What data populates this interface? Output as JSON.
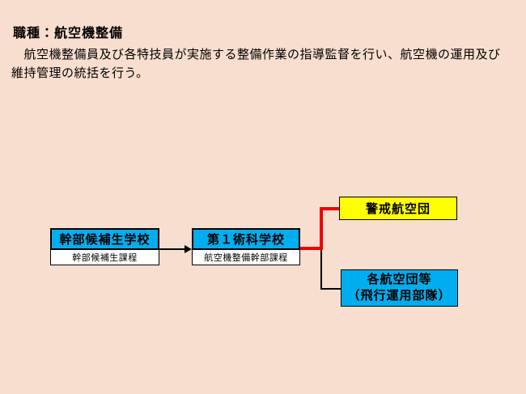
{
  "page": {
    "title": "職種：航空機整備",
    "description_line1": "　航空機整備員及び各特技員が実施する整備作業の指導監督を行い、航空機の運用及び",
    "description_line2": "維持管理の統括を行う。"
  },
  "diagram": {
    "school1": {
      "name": "幹部候補生学校",
      "course": "幹部候補生課程"
    },
    "school2": {
      "name": "第１術科学校",
      "course": "航空機整備幹部課程"
    },
    "unit_top": {
      "name": "警戒航空団"
    },
    "unit_bottom": {
      "line1": "各航空団等",
      "line2": "（飛行運用部隊）"
    }
  },
  "colors": {
    "background": "#F8DECE",
    "box_blue": "#00AEEF",
    "box_yellow": "#FFFF00",
    "box_white": "#FFFFFF",
    "connector_red": "#EE0000",
    "connector_black": "#000000"
  }
}
